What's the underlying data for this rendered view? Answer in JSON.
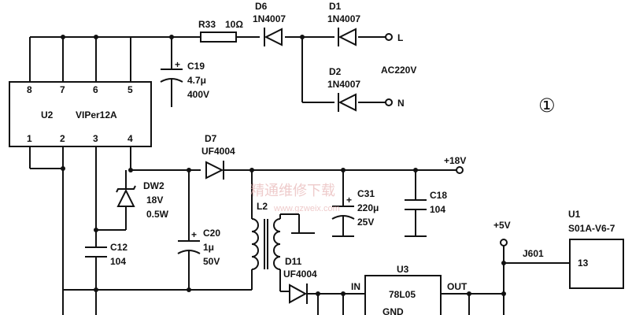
{
  "u2": {
    "ref": "U2",
    "part": "VIPer12A",
    "pins_top": [
      "8",
      "7",
      "6",
      "5"
    ],
    "pins_bottom": [
      "1",
      "2",
      "3",
      "4"
    ]
  },
  "r33": {
    "ref": "R33",
    "value": "10Ω"
  },
  "d6": {
    "ref": "D6",
    "part": "1N4007"
  },
  "d1": {
    "ref": "D1",
    "part": "1N4007"
  },
  "d2": {
    "ref": "D2",
    "part": "1N4007"
  },
  "c19": {
    "ref": "C19",
    "value": "4.7μ",
    "voltage": "400V"
  },
  "ac": {
    "label": "AC220V",
    "l": "L",
    "n": "N"
  },
  "d7": {
    "ref": "D7",
    "part": "UF4004"
  },
  "rail18": {
    "label": "+18V"
  },
  "dw2": {
    "ref": "DW2",
    "value": "18V",
    "power": "0.5W"
  },
  "c12": {
    "ref": "C12",
    "value": "104"
  },
  "l2": {
    "ref": "L2"
  },
  "c31": {
    "ref": "C31",
    "value": "220μ",
    "voltage": "25V"
  },
  "c18": {
    "ref": "C18",
    "value": "104"
  },
  "c20": {
    "ref": "C20",
    "value": "1μ",
    "voltage": "50V"
  },
  "d11": {
    "ref": "D11",
    "part": "UF4004"
  },
  "u3": {
    "ref": "U3",
    "part": "78L05",
    "in": "IN",
    "out": "OUT",
    "gnd": "GND"
  },
  "rail5": {
    "label": "+5V"
  },
  "j601": {
    "ref": "J601"
  },
  "u1": {
    "ref": "U1",
    "part": "S01A-V6-7",
    "pin": "13"
  },
  "sheet_mark": "①",
  "watermark": {
    "cn": "精通维修下载",
    "url": "www.gzweix.com"
  }
}
